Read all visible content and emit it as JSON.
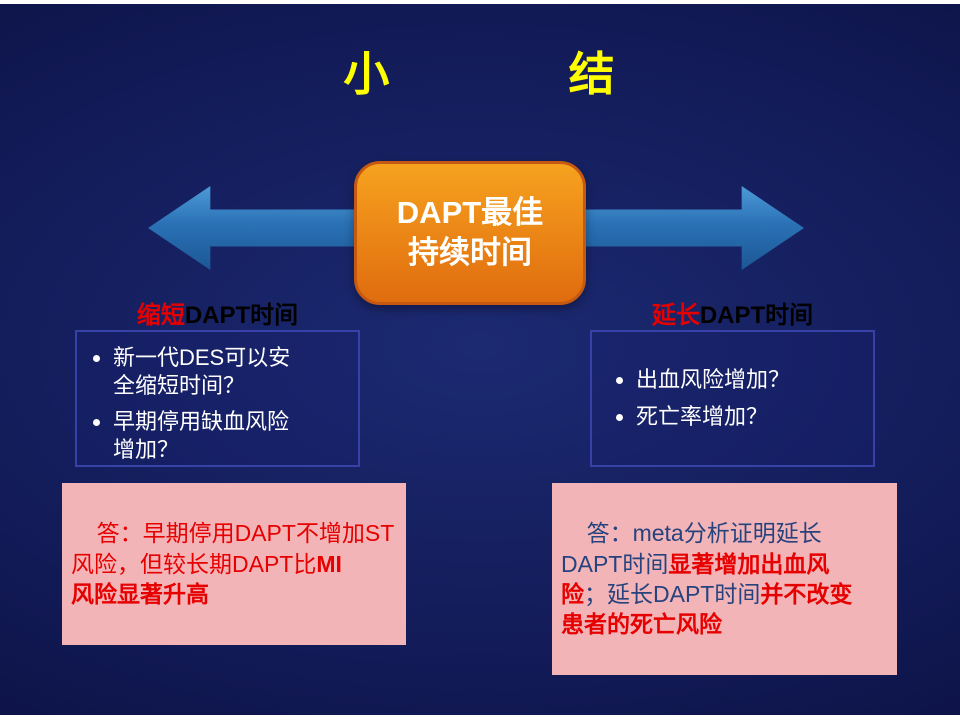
{
  "slide": {
    "title": "小            结",
    "center_box": {
      "line1": "DAPT最佳",
      "line2": "持续时间"
    },
    "left_column": {
      "label_highlight": "缩短",
      "label_rest": "DAPT时间",
      "questions": [
        "新一代DES可以安\n全缩短时间？",
        "早期停用缺血风险\n增加？"
      ],
      "answer": {
        "seg_normal": "答：早期停用DAPT不增加ST\n风险，但较长期DAPT比",
        "seg_bold": "MI\n风险显著升高"
      }
    },
    "right_column": {
      "label_highlight": "延长",
      "label_rest": "DAPT时间",
      "questions": [
        "出血风险增加？",
        "死亡率增加？"
      ],
      "answer": {
        "seg1_navy": "答：meta分析证明延长\nDAPT时间",
        "seg2_red": "显著增加出血风\n险",
        "seg3_navy": "；延长DAPT时间",
        "seg4_red": "并不改变\n患者的死亡风险"
      }
    }
  },
  "colors": {
    "title-yellow": "#ffff00",
    "accent-red": "#e60000",
    "label-black": "#000000",
    "pink-bg": "#f3b4b8",
    "navy-text": "#26437e",
    "orange-top": "#f6a21f",
    "orange-bottom": "#e06c0e",
    "orange-border": "#c65911",
    "arrow-blue": "#2a72b5",
    "box-border-blue": "#3742a8",
    "bg-center": "#1c2a72",
    "bg-edge": "#070b34"
  }
}
